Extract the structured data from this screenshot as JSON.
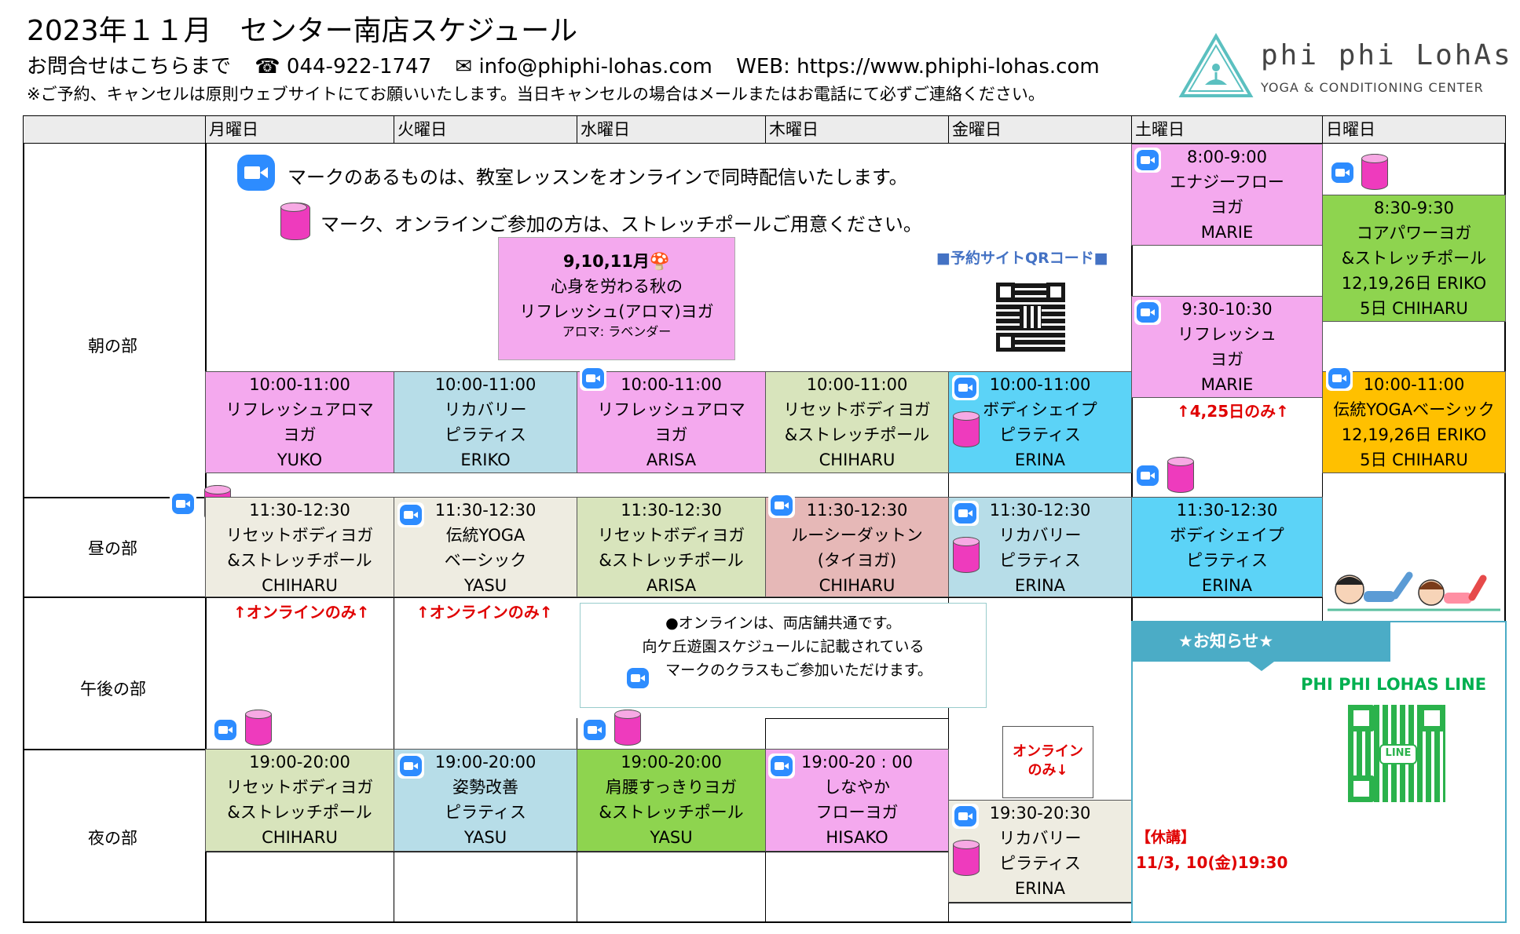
{
  "title": "2023年１１月　センター南店スケジュール",
  "contact": {
    "label": "お問合せはこちらまで",
    "phone": "☎ 044-922-1747",
    "email": "✉ info@phiphi-lohas.com",
    "web": "WEB: https://www.phiphi-lohas.com"
  },
  "notice": "※ご予約、キャンセルは原則ウェブサイトにてお願いいたします。当日キャンセルの場合はメールまたはお電話にて必ずご連絡ください。",
  "logo": {
    "brand": "phi phi LohAs",
    "sub": "YOGA & CONDITIONING CENTER"
  },
  "days": [
    "月曜日",
    "火曜日",
    "水曜日",
    "木曜日",
    "金曜日",
    "土曜日",
    "日曜日"
  ],
  "periods": [
    "朝の部",
    "昼の部",
    "午後の部",
    "夜の部"
  ],
  "info": {
    "zoom_text": "マークのあるものは、教室レッスンをオンラインで同時配信いたします。",
    "pole_text": "マーク、オンラインご参加の方は、ストレッチポールご用意ください。",
    "qr_label": "■予約サイトQRコード■"
  },
  "promo": {
    "line1": "9,10,11月🍄",
    "line2": "心身を労わる秋の",
    "line3": "リフレッシュ(アロマ)ヨガ",
    "line4": "アロマ: ラベンダー"
  },
  "classes": {
    "mon_am": [
      "10:00-11:00",
      "リフレッシュアロマ",
      "ヨガ",
      "YUKO"
    ],
    "tue_am": [
      "10:00-11:00",
      "リカバリー",
      "ピラティス",
      "ERIKO"
    ],
    "wed_am": [
      "10:00-11:00",
      "リフレッシュアロマ",
      "ヨガ",
      "ARISA"
    ],
    "thu_am": [
      "10:00-11:00",
      "リセットボディヨガ",
      "&ストレッチポール",
      "CHIHARU"
    ],
    "fri_am": [
      "10:00-11:00",
      "ボディシェイプ",
      "ピラティス",
      "ERINA"
    ],
    "sat_early": [
      "8:00-9:00",
      "エナジーフロー",
      "ヨガ",
      "MARIE"
    ],
    "sat_mid": [
      "9:30-10:30",
      "リフレッシュ",
      "ヨガ",
      "MARIE"
    ],
    "sun_early": [
      "8:30-9:30",
      "コアパワーヨガ",
      "&ストレッチポール",
      "12,19,26日 ERIKO",
      "5日 CHIHARU"
    ],
    "sun_am": [
      "10:00-11:00",
      "伝統YOGAベーシック",
      "12,19,26日 ERIKO",
      "5日 CHIHARU"
    ],
    "mon_noon": [
      "11:30-12:30",
      "リセットボディヨガ",
      "&ストレッチポール",
      "CHIHARU"
    ],
    "tue_noon": [
      "11:30-12:30",
      "伝統YOGA",
      "ベーシック",
      "YASU"
    ],
    "wed_noon": [
      "11:30-12:30",
      "リセットボディヨガ",
      "&ストレッチポール",
      "ARISA"
    ],
    "thu_noon": [
      "11:30-12:30",
      "ルーシーダットン",
      "(タイヨガ)",
      "CHIHARU"
    ],
    "fri_noon": [
      "11:30-12:30",
      "リカバリー",
      "ピラティス",
      "ERINA"
    ],
    "sat_noon": [
      "11:30-12:30",
      "ボディシェイプ",
      "ピラティス",
      "ERINA"
    ],
    "mon_eve": [
      "19:00-20:00",
      "リセットボディヨガ",
      "&ストレッチポール",
      "CHIHARU"
    ],
    "tue_eve": [
      "19:00-20:00",
      "姿勢改善",
      "ピラティス",
      "YASU"
    ],
    "wed_eve": [
      "19:00-20:00",
      "肩腰すっきりヨガ",
      "&ストレッチポール",
      "YASU"
    ],
    "thu_eve": [
      "19:00-20 : 00",
      "しなやか",
      "フローヨガ",
      "HISAKO"
    ],
    "fri_eve": [
      "19:30-20:30",
      "リカバリー",
      "ピラティス",
      "ERINA"
    ]
  },
  "notes": {
    "sat_only": "↑4,25日のみ↑",
    "online_only_mon": "↑オンラインのみ↑",
    "online_only_tue": "↑オンラインのみ↑",
    "online_box": [
      "●オンラインは、両店舗共通です。",
      "向ケ丘遊園スケジュールに記載されている",
      "マークのクラスもご参加いただけます。"
    ],
    "fri_online_1": "オンライン",
    "fri_online_2": "のみ↓",
    "news_title": "★お知らせ★",
    "line_label": "PHI PHI LOHAS LINE",
    "line_qr": "LINE",
    "closure_title": "【休講】",
    "closure_date": "11/3, 10(金)19:30"
  },
  "colors": {
    "pink": "#f4a9ee",
    "blue": "#b7dde8",
    "green_light": "#d8e4bc",
    "cyan": "#5cd3f7",
    "green": "#8ed44f",
    "orange": "#ffc000",
    "beige": "#eeece1",
    "rose": "#e6b8b7",
    "news": "#4bacc6"
  }
}
